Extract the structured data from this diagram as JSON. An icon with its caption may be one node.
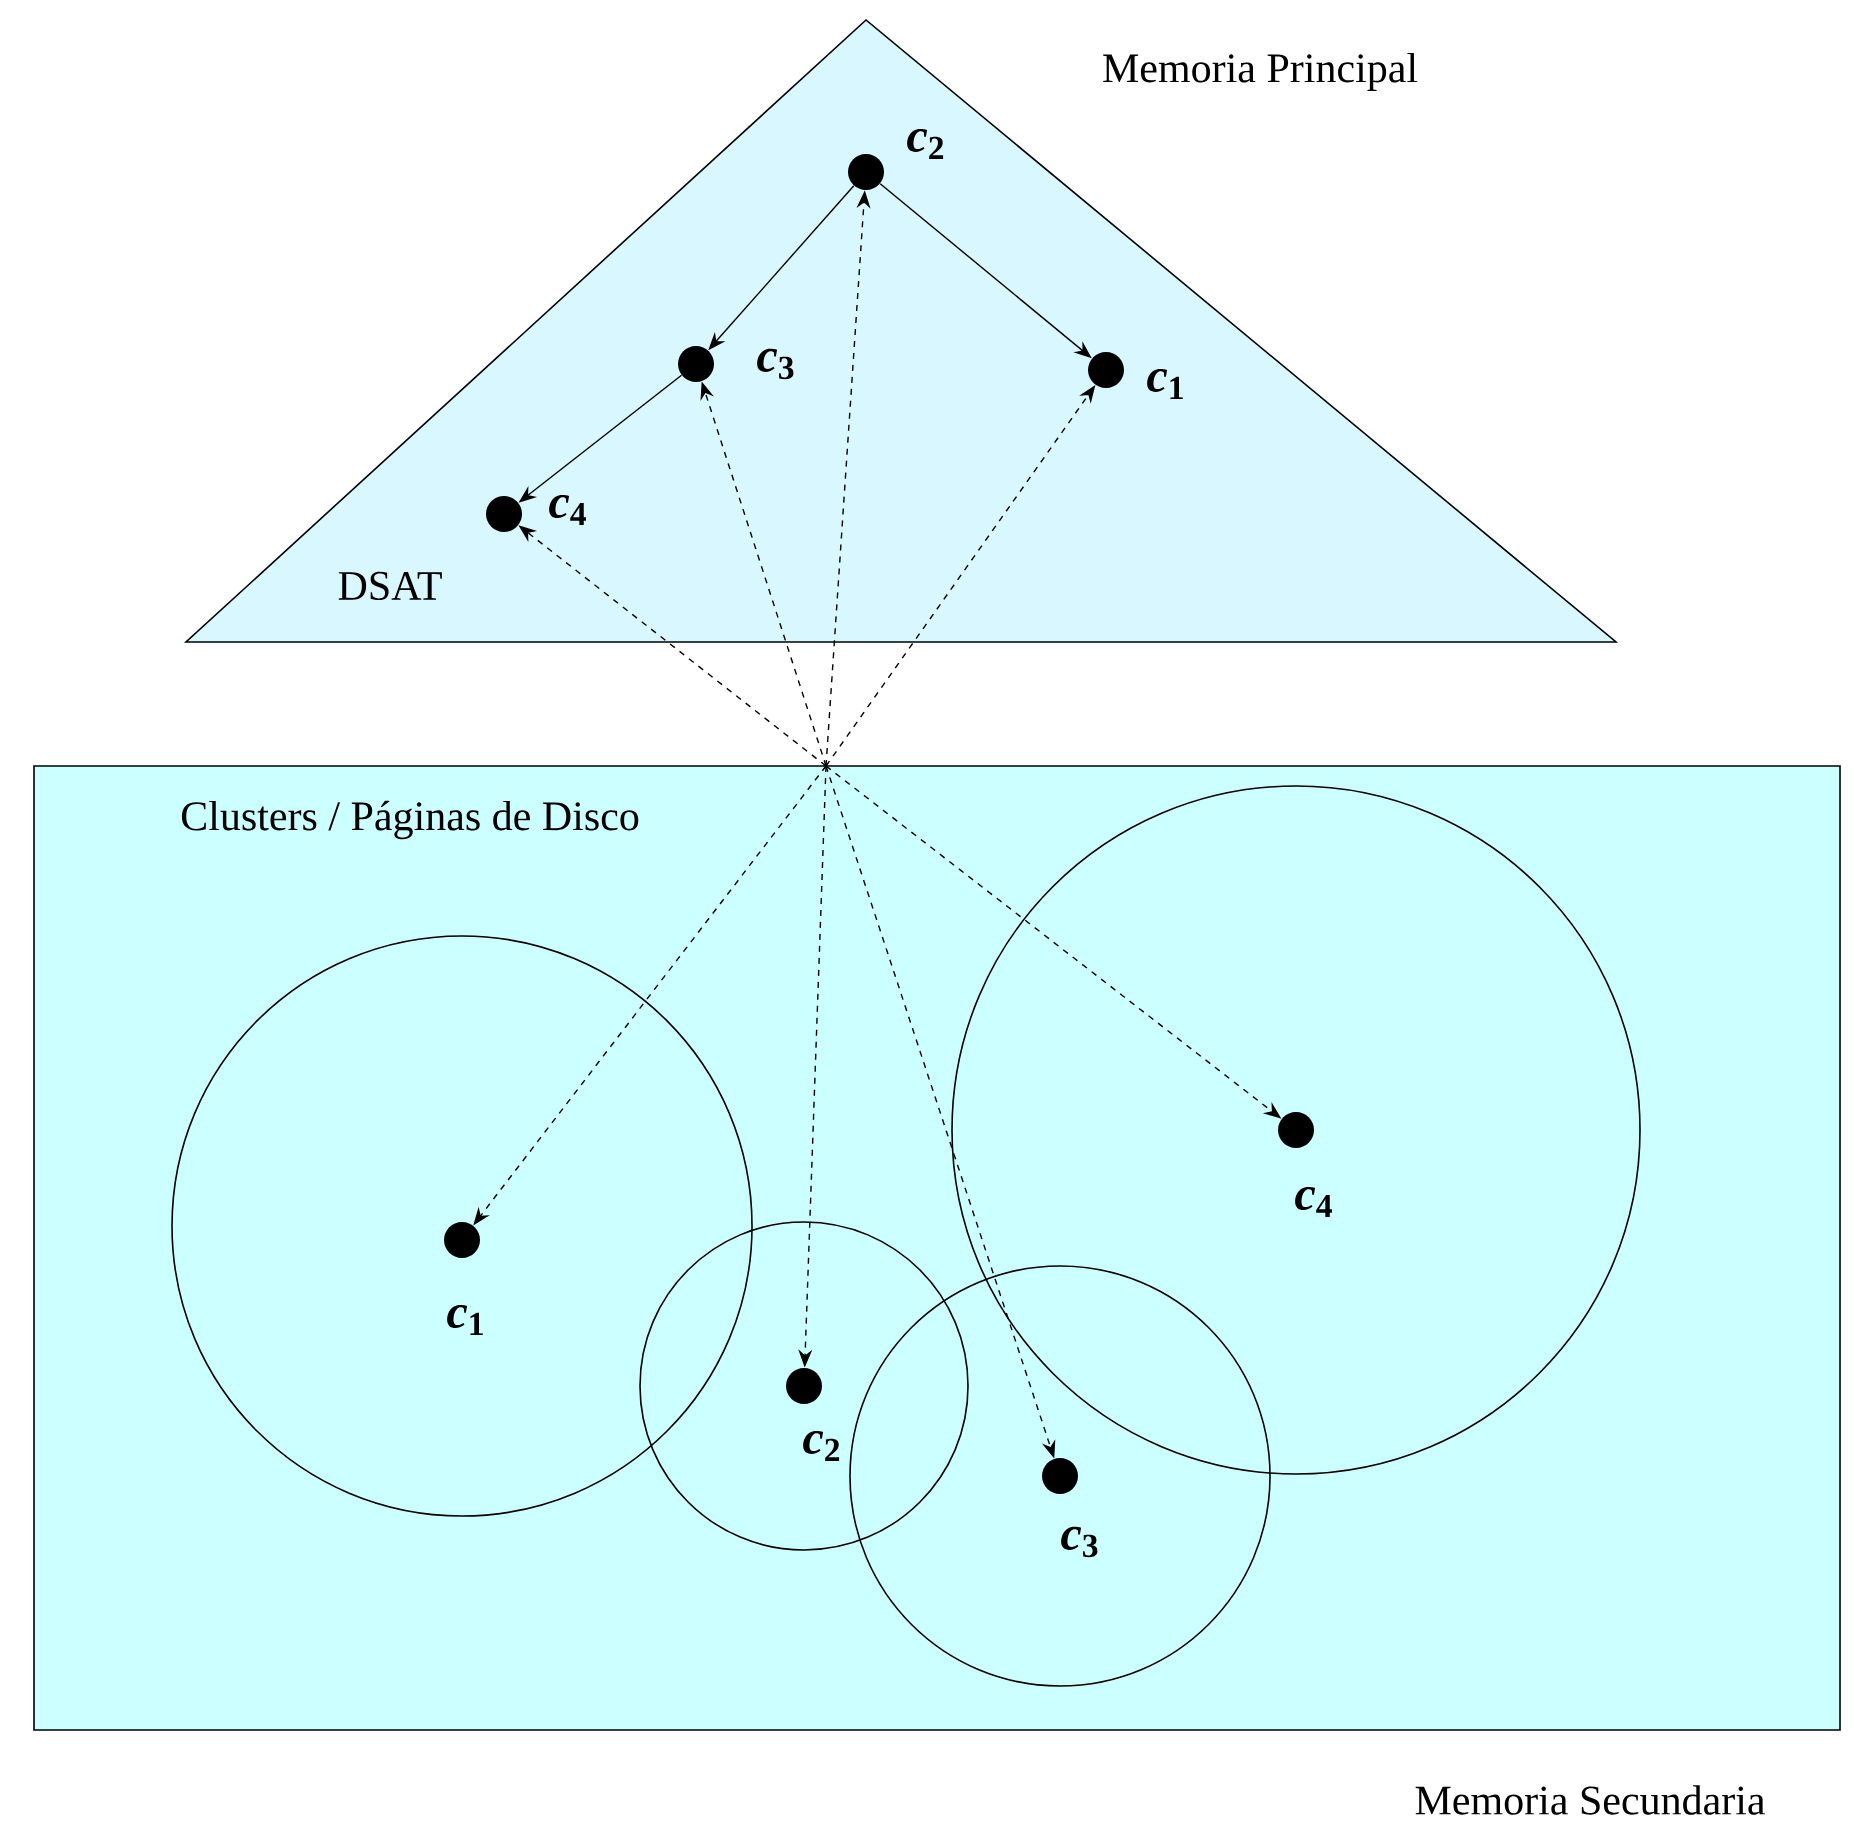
{
  "diagram": {
    "nodes": [
      {
        "text": [
          "Memoria Principal",
          "DSAT"
        ]
      },
      {
        "text": [],
        "shape": "dot",
        "beside": [
          "*c*$_{2}$"
        ],
        "in": 0
      },
      {
        "text": [],
        "shape": "dot",
        "beside": [
          "*c*$_{3}$"
        ],
        "in": 0
      },
      {
        "text": [],
        "shape": "dot",
        "beside": [
          "*c*$_{1}$"
        ],
        "in": 0
      },
      {
        "text": [],
        "shape": "dot",
        "beside": [
          "*c*$_{4}$"
        ],
        "in": 0
      },
      {
        "text": [
          "Clusters / Páginas de Disco",
          "Memoria Secundaria"
        ]
      },
      {
        "text": [],
        "shape": "circle",
        "in": 5
      },
      {
        "text": [],
        "shape": "dot",
        "beside": [
          "*c*$_{1}$"
        ],
        "in": 6
      },
      {
        "text": [],
        "shape": "circle",
        "in": 5
      },
      {
        "text": [],
        "shape": "dot",
        "beside": [
          "*c*$_{2}$"
        ],
        "in": 8
      },
      {
        "text": [],
        "shape": "circle",
        "in": 5
      },
      {
        "text": [],
        "shape": "dot",
        "beside": [
          "*c*$_{3}$"
        ],
        "in": 10
      },
      {
        "text": [],
        "shape": "circle",
        "in": 5
      },
      {
        "text": [],
        "shape": "dot",
        "beside": [
          "*c*$_{4}$"
        ],
        "in": 12
      }
    ],
    "edges": [
      {
        "from": 1,
        "to": 2,
        "arrow": "to"
      },
      {
        "from": 1,
        "to": 3,
        "arrow": "to"
      },
      {
        "from": 2,
        "to": 4,
        "arrow": "to"
      },
      {
        "from": 5,
        "to": 4,
        "arrow": "to",
        "style": "dashed"
      },
      {
        "from": 5,
        "to": 2,
        "arrow": "to",
        "style": "dashed"
      },
      {
        "from": 5,
        "to": 1,
        "arrow": "to",
        "style": "dashed"
      },
      {
        "from": 5,
        "to": 3,
        "arrow": "to",
        "style": "dashed"
      },
      {
        "from": 5,
        "to": 7,
        "arrow": "to",
        "style": "dashed"
      },
      {
        "from": 5,
        "to": 9,
        "arrow": "to",
        "style": "dashed"
      },
      {
        "from": 5,
        "to": 11,
        "arrow": "to",
        "style": "dashed"
      },
      {
        "from": 5,
        "to": 13,
        "arrow": "to",
        "style": "dashed"
      }
    ]
  }
}
